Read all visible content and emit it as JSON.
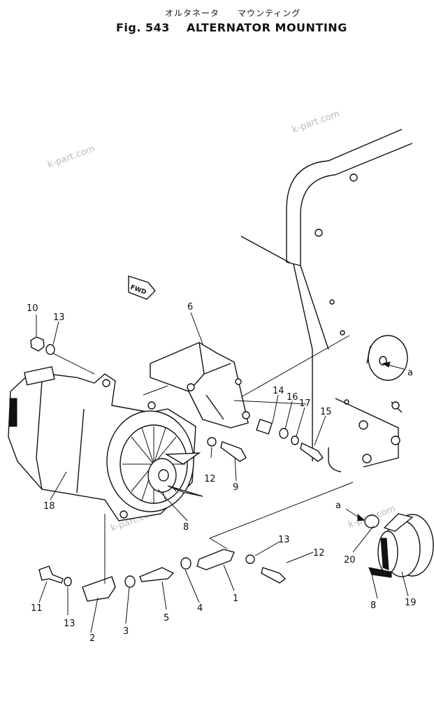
{
  "title": {
    "japanese": "オルタネータ　　マウンティング",
    "figure": "Fig. 543",
    "name": "ALTERNATOR MOUNTING"
  },
  "direction_tag": "FWD",
  "watermark": "k-part.com",
  "callouts": {
    "p1": "1",
    "p2": "2",
    "p3": "3",
    "p4": "4",
    "p5": "5",
    "p6": "6",
    "p8a": "8",
    "p8b": "8",
    "p9": "9",
    "p10": "10",
    "p11": "11",
    "p12a": "12",
    "p12b": "12",
    "p13a": "13",
    "p13b": "13",
    "p13c": "13",
    "p14": "14",
    "p15": "15",
    "p16": "16",
    "p17": "17",
    "p18": "18",
    "p19": "19",
    "p20": "20",
    "ref_a1": "a",
    "ref_a2": "a"
  }
}
